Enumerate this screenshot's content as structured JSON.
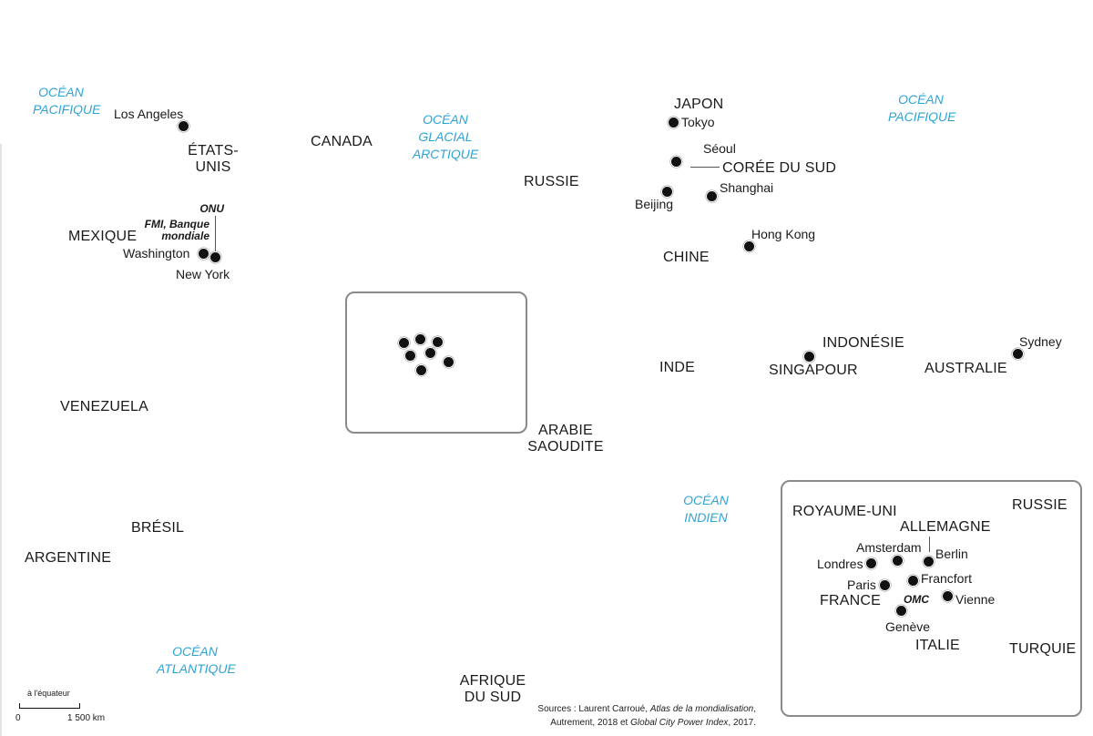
{
  "oceans": {
    "pacific_west": [
      "OCÉAN",
      "PACIFIQUE"
    ],
    "arctic": [
      "OCÉAN",
      "GLACIAL",
      "ARCTIQUE"
    ],
    "pacific_east": [
      "OCÉAN",
      "PACIFIQUE"
    ],
    "indian": [
      "OCÉAN",
      "INDIEN"
    ],
    "atlantic": [
      "OCÉAN",
      "ATLANTIQUE"
    ]
  },
  "countries": {
    "usa": [
      "ÉTATS-",
      "UNIS"
    ],
    "canada": "CANADA",
    "mexico": "MEXIQUE",
    "venezuela": "VENEZUELA",
    "brazil": "BRÉSIL",
    "argentina": "ARGENTINE",
    "russia": "RUSSIE",
    "japan": "JAPON",
    "south_korea": "CORÉE DU SUD",
    "china": "CHINE",
    "india": "INDE",
    "indonesia": "INDONÉSIE",
    "singapore": "SINGAPOUR",
    "australia": "AUSTRALIE",
    "saudi": [
      "ARABIE",
      "SAOUDITE"
    ],
    "south_africa": [
      "AFRIQUE",
      "DU SUD"
    ]
  },
  "cities": {
    "los_angeles": "Los Angeles",
    "washington": "Washington",
    "new_york": "New York",
    "tokyo": "Tokyo",
    "seoul": "Séoul",
    "beijing": "Beijing",
    "shanghai": "Shanghai",
    "hong_kong": "Hong Kong",
    "sydney": "Sydney"
  },
  "organizations": {
    "onu": "ONU",
    "fmi": [
      "FMI, Banque",
      "mondiale"
    ],
    "omc": "OMC"
  },
  "europe_inset": {
    "countries": {
      "uk": "ROYAUME-UNI",
      "russia": "RUSSIE",
      "germany": "ALLEMAGNE",
      "france": "FRANCE",
      "italy": "ITALIE",
      "turkey": "TURQUIE"
    },
    "cities": {
      "amsterdam": "Amsterdam",
      "berlin": "Berlin",
      "london": "Londres",
      "frankfurt": "Francfort",
      "paris": "Paris",
      "vienna": "Vienne",
      "geneva": "Genève"
    }
  },
  "scale": {
    "caption": "à l'équateur",
    "zero": "0",
    "max": "1 500 km"
  },
  "sources": {
    "prefix": "Sources : Laurent Carroué, ",
    "atlas": "Atlas de la mondialisation",
    "mid": ", Autrement, 2018 et ",
    "index": "Global City Power Index",
    "suffix": ", 2017."
  }
}
